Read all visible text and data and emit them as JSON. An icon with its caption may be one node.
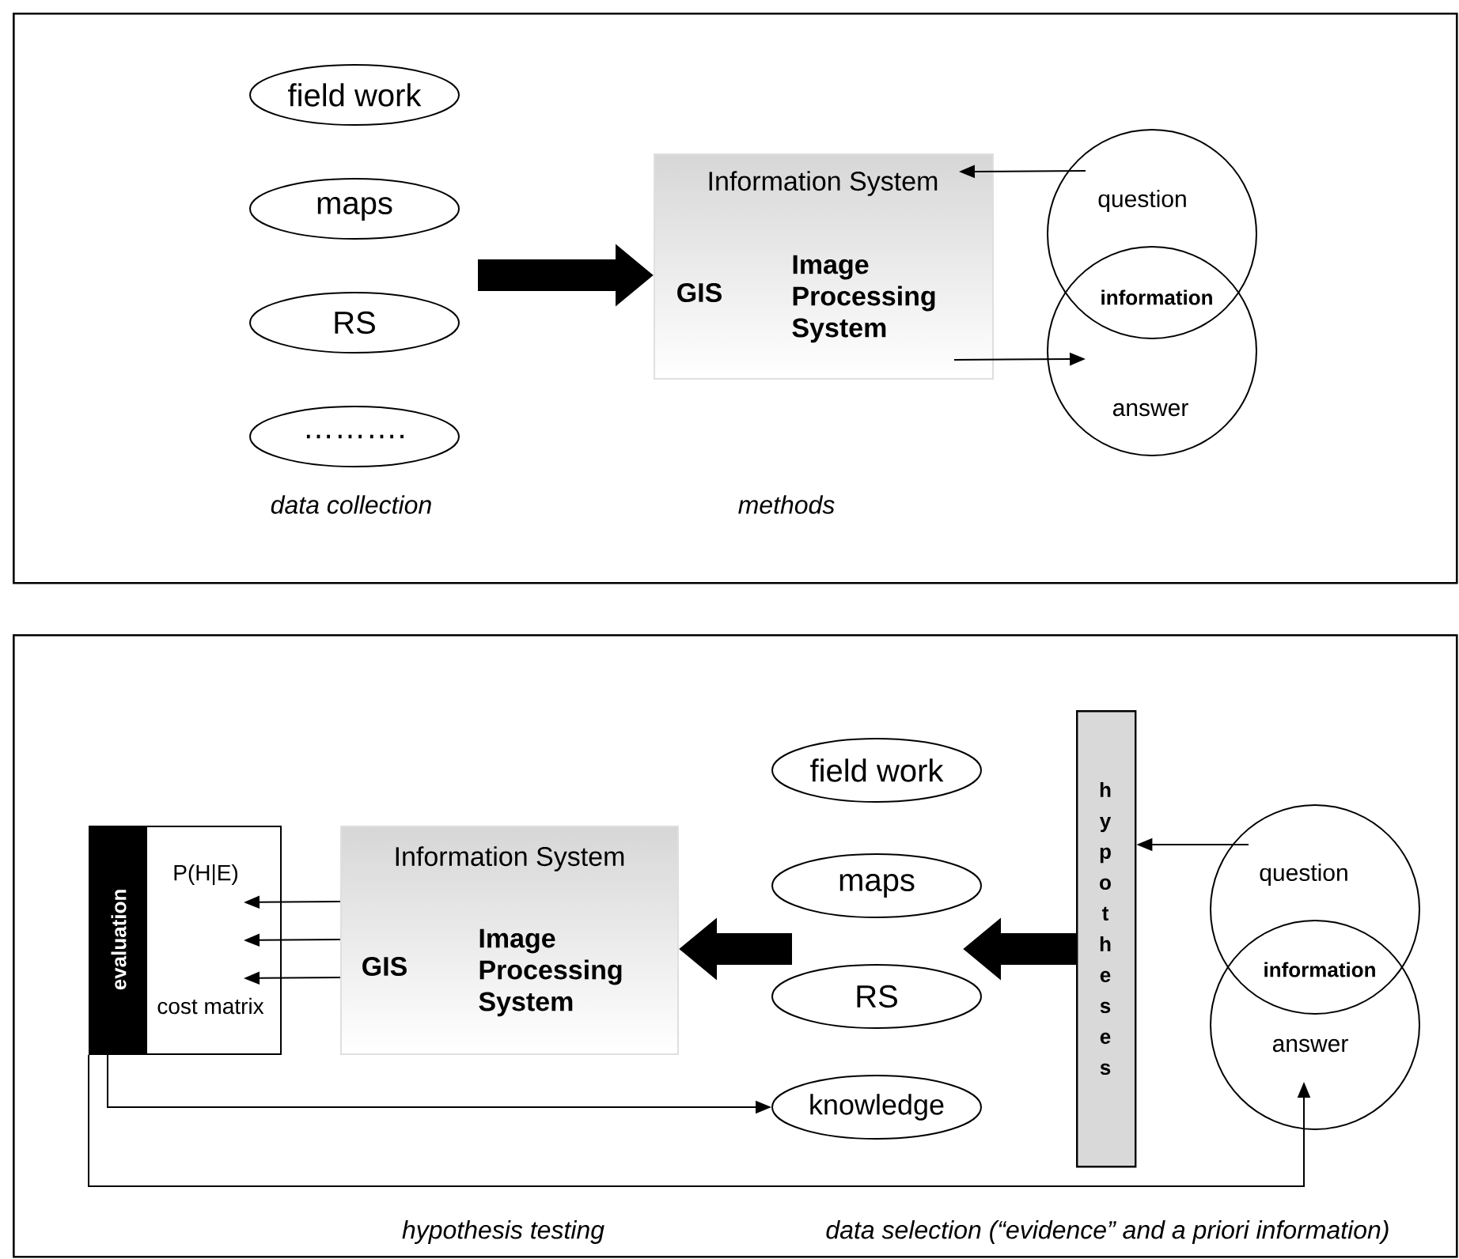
{
  "diagram": {
    "nodes": [
      {
        "text": [],
        "shape": "box"
      },
      {
        "text": [
          "field work"
        ],
        "in": 0
      },
      {
        "text": [
          "maps"
        ],
        "in": 0
      },
      {
        "text": [
          "RS"
        ],
        "in": 0
      },
      {
        "text": [
          "………."
        ],
        "in": 0
      },
      {
        "text": [
          "Information System",
          "GIS",
          "Image Processing System"
        ],
        "in": 0
      },
      {
        "text": [
          "question"
        ],
        "in": 0
      },
      {
        "text": [
          "answer"
        ],
        "in": 0
      },
      {
        "text": [],
        "shape": "box"
      },
      {
        "text": [
          "evaluation",
          "P(H|E)",
          "cost matrix"
        ],
        "in": 8
      },
      {
        "text": [
          "Information System",
          "GIS",
          "Image Processing System"
        ],
        "in": 8
      },
      {
        "text": [
          "field work"
        ],
        "in": 8
      },
      {
        "text": [
          "maps"
        ],
        "in": 8
      },
      {
        "text": [
          "RS"
        ],
        "in": 8
      },
      {
        "text": [
          "knowledge"
        ],
        "in": 8
      },
      {
        "text": [
          "hypotheses"
        ],
        "in": 8
      },
      {
        "text": [
          "question"
        ],
        "in": 8
      },
      {
        "text": [
          "answer"
        ],
        "in": 8
      }
    ],
    "edges": [
      {
        "from": null,
        "to": 5,
        "arrow": "to",
        "style": "thick"
      },
      {
        "from": 6,
        "to": 5,
        "arrow": "to"
      },
      {
        "from": 5,
        "to": 7,
        "arrow": "to"
      },
      {
        "from": 10,
        "to": 9,
        "arrow": "to"
      },
      {
        "from": 10,
        "to": 9,
        "arrow": "to"
      },
      {
        "from": 10,
        "to": 9,
        "arrow": "to"
      },
      {
        "from": 13,
        "to": 10,
        "arrow": "to",
        "style": "thick"
      },
      {
        "from": 15,
        "to": 13,
        "arrow": "to",
        "style": "thick"
      },
      {
        "from": 16,
        "to": 15,
        "arrow": "to"
      },
      {
        "from": 9,
        "to": 14,
        "arrow": "to"
      },
      {
        "from": 9,
        "to": 17,
        "arrow": "to"
      }
    ],
    "labels": [
      "information",
      "data collection",
      "methods",
      "information",
      "hypothesis testing",
      "data selection (“evidence” and a priori information)"
    ]
  }
}
